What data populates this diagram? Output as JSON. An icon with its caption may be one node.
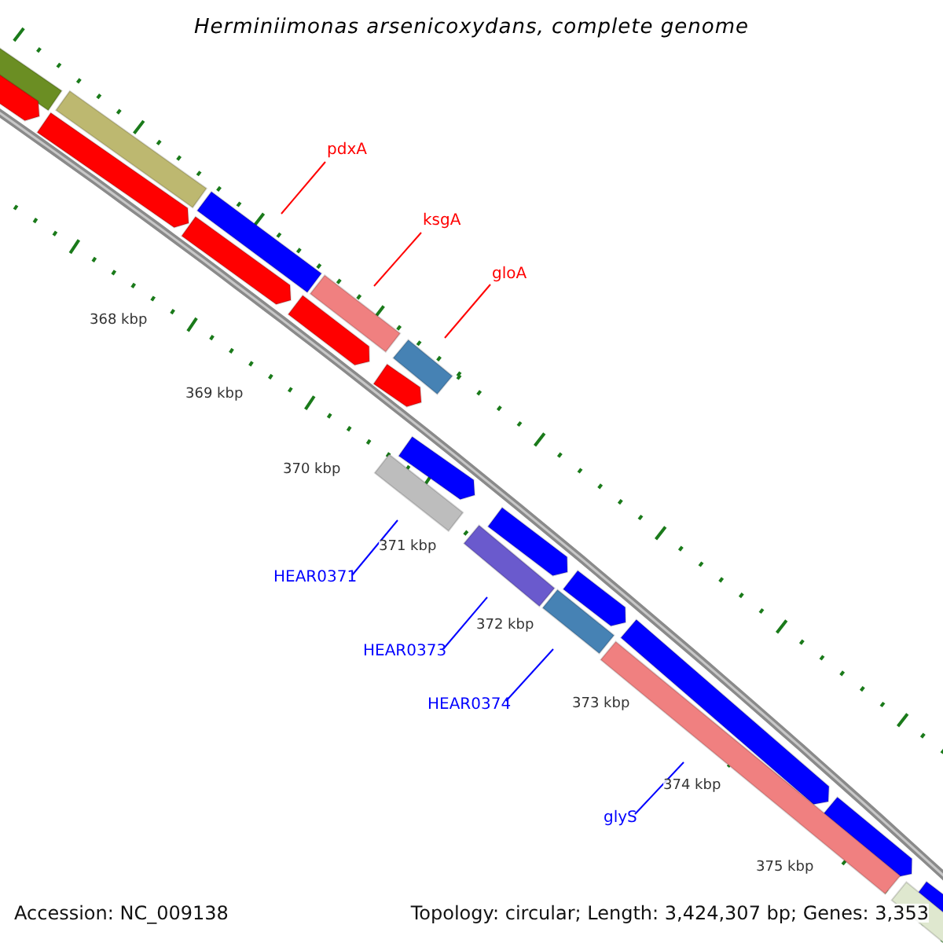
{
  "diagram": {
    "title": "Herminiimonas arsenicoxydans, complete genome",
    "nodes": [
      {
        "text": [
          "pdxA"
        ]
      },
      {
        "text": [],
        "shape": "bar"
      },
      {
        "text": [
          "ksgA"
        ]
      },
      {
        "text": [],
        "shape": "bar"
      },
      {
        "text": [
          "gloA"
        ]
      },
      {
        "text": [],
        "shape": "bar"
      },
      {
        "text": [
          "HEAR0371"
        ]
      },
      {
        "text": [],
        "shape": "bar"
      },
      {
        "text": [
          "HEAR0373"
        ]
      },
      {
        "text": [],
        "shape": "bar"
      },
      {
        "text": [
          "HEAR0374"
        ]
      },
      {
        "text": [],
        "shape": "bar"
      },
      {
        "text": [
          "glyS"
        ]
      },
      {
        "text": [],
        "shape": "bar"
      }
    ],
    "edges": [
      {
        "from": 0,
        "to": 1,
        "arrow": "none",
        "color": "#ff0000"
      },
      {
        "from": 2,
        "to": 3,
        "arrow": "none",
        "color": "#ff0000"
      },
      {
        "from": 4,
        "to": 5,
        "arrow": "none",
        "color": "#ff0000"
      },
      {
        "from": 6,
        "to": 7,
        "arrow": "none"
      },
      {
        "from": 8,
        "to": 9,
        "arrow": "none"
      },
      {
        "from": 10,
        "to": 11,
        "arrow": "none"
      },
      {
        "from": 12,
        "to": 13,
        "arrow": "none"
      }
    ],
    "labels": [
      "368 kbp",
      "369 kbp",
      "370 kbp",
      "371 kbp",
      "372 kbp",
      "373 kbp",
      "374 kbp",
      "375 kbp",
      "Accession: NC_009138",
      "Topology: circular; Length: 3,424,307 bp; Genes: 3,353"
    ]
  }
}
